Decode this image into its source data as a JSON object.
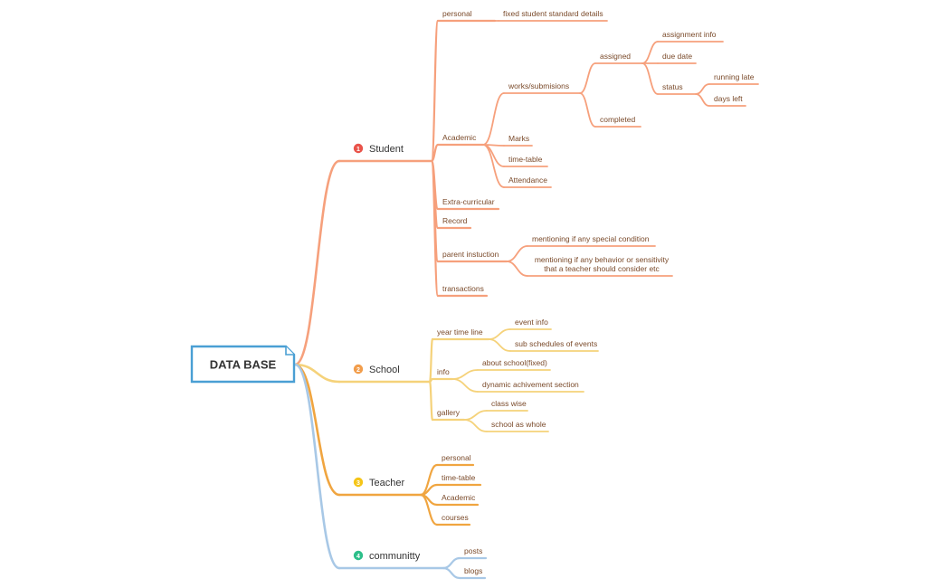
{
  "root": {
    "label": "DATA BASE",
    "color": "#4a9fd4"
  },
  "branches": [
    {
      "id": "student",
      "number": "1",
      "label": "Student",
      "color": "#f6a07c",
      "badge_color": "#e9534a",
      "children": [
        {
          "id": "student-personal",
          "label": "personal",
          "children": [
            {
              "id": "student-personal-details",
              "label": "fixed student standard details"
            }
          ]
        },
        {
          "id": "student-academic",
          "label": "Academic",
          "children": [
            {
              "id": "works",
              "label": "works/submisions",
              "children": [
                {
                  "id": "assigned",
                  "label": "assigned",
                  "children": [
                    {
                      "id": "assignment-info",
                      "label": "assignment info"
                    },
                    {
                      "id": "due-date",
                      "label": "due date"
                    },
                    {
                      "id": "status",
                      "label": "status",
                      "children": [
                        {
                          "id": "running-late",
                          "label": "running late"
                        },
                        {
                          "id": "days-left",
                          "label": "days left"
                        }
                      ]
                    }
                  ]
                },
                {
                  "id": "completed",
                  "label": "completed"
                }
              ]
            },
            {
              "id": "marks",
              "label": "Marks"
            },
            {
              "id": "student-time-table",
              "label": "time-table"
            },
            {
              "id": "attendance",
              "label": "Attendance"
            }
          ]
        },
        {
          "id": "extra-curricular",
          "label": "Extra-curricular"
        },
        {
          "id": "record",
          "label": "Record"
        },
        {
          "id": "parent-instuction",
          "label": "parent instuction",
          "children": [
            {
              "id": "special-condition",
              "label": "mentioning if any special condition"
            },
            {
              "id": "behavior-sensitivity",
              "label": "mentioning if any behavior or sensitivity\nthat a teacher should consider etc"
            }
          ]
        },
        {
          "id": "transactions",
          "label": "transactions"
        }
      ]
    },
    {
      "id": "school",
      "number": "2",
      "label": "School",
      "color": "#f5d27a",
      "badge_color": "#f29d4b",
      "children": [
        {
          "id": "year-time-line",
          "label": "year time line",
          "children": [
            {
              "id": "event-info",
              "label": "event info"
            },
            {
              "id": "sub-schedules",
              "label": "sub schedules of events"
            }
          ]
        },
        {
          "id": "school-info",
          "label": "info",
          "children": [
            {
              "id": "about-school",
              "label": "about school(fixed)"
            },
            {
              "id": "dynamic-achivement",
              "label": "dynamic achivement section"
            }
          ]
        },
        {
          "id": "gallery",
          "label": "gallery",
          "children": [
            {
              "id": "class-wise",
              "label": "class wise"
            },
            {
              "id": "school-as-whole",
              "label": "school as whole"
            }
          ]
        }
      ]
    },
    {
      "id": "teacher",
      "number": "3",
      "label": "Teacher",
      "color": "#f0a540",
      "badge_color": "#f5c518",
      "children": [
        {
          "id": "teacher-personal",
          "label": "personal"
        },
        {
          "id": "teacher-time-table",
          "label": "time-table"
        },
        {
          "id": "teacher-academic",
          "label": "Academic"
        },
        {
          "id": "courses",
          "label": "courses"
        }
      ]
    },
    {
      "id": "community",
      "number": "4",
      "label": "communitty",
      "color": "#a8c8e6",
      "badge_color": "#2dbf8a",
      "children": [
        {
          "id": "posts",
          "label": "posts"
        },
        {
          "id": "blogs",
          "label": "blogs"
        }
      ]
    }
  ]
}
